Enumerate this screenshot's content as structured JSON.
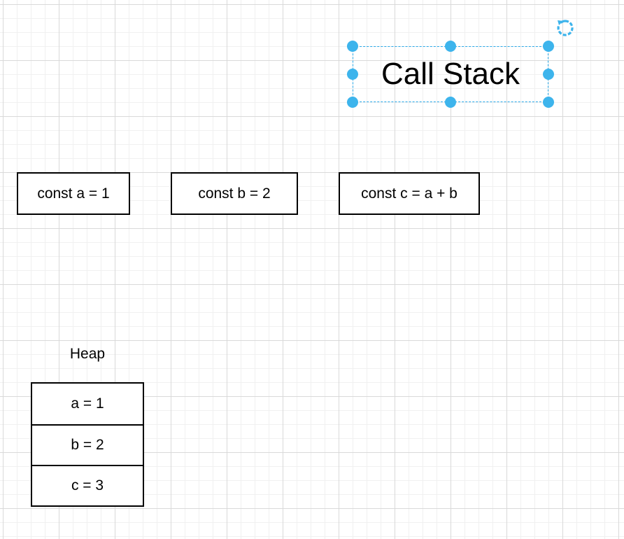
{
  "diagram": {
    "title": "Call Stack",
    "call_stack": [
      {
        "label": "const a = 1"
      },
      {
        "label": "const b = 2"
      },
      {
        "label": "const c = a + b"
      }
    ],
    "heap": {
      "label": "Heap",
      "items": [
        "a = 1",
        "b = 2",
        "c = 3"
      ]
    }
  },
  "selection": {
    "accent_color": "#3db4ec",
    "rotate_icon": "rotate-icon",
    "handles": [
      "top-left",
      "top-center",
      "top-right",
      "middle-left",
      "middle-right",
      "bottom-left",
      "bottom-center",
      "bottom-right"
    ]
  }
}
